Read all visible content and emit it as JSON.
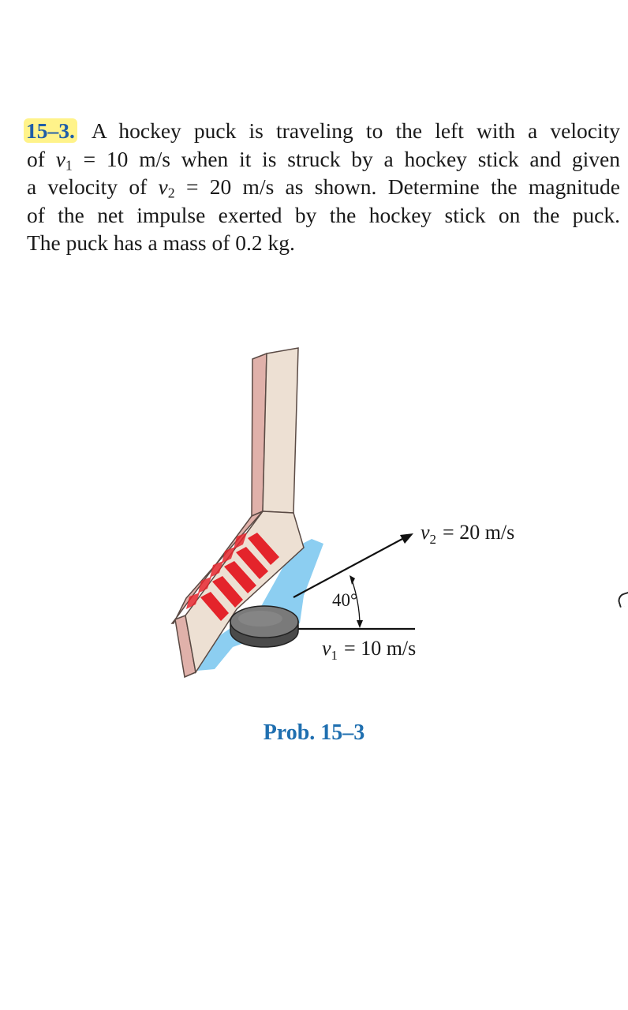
{
  "problem": {
    "number": "15–3.",
    "line1": "A hockey puck is traveling to the left with a velocity",
    "line2_pre": "of",
    "line2_var": "v",
    "line2_sub": "1",
    "line2_post": "= 10 m/s when it is struck by a hockey stick and given",
    "line3_pre": "a velocity of",
    "line3_var": "v",
    "line3_sub": "2",
    "line3_post": "= 20 m/s as shown. Determine the magnitude",
    "line4": "of the net impulse exerted by the hockey stick on the puck.",
    "line5": "The puck has a mass of 0.2 kg."
  },
  "figure": {
    "v2_var": "v",
    "v2_sub": "2",
    "v2_value": "= 20 m/s",
    "angle": "40°",
    "v1_var": "v",
    "v1_sub": "1",
    "v1_value": "= 10 m/s",
    "colors": {
      "stripe": "#e4242b",
      "ice": "#7fc9ef",
      "stick": "#ede0d3",
      "stick_edge": "#e0b1aa",
      "puck": "#707070"
    }
  },
  "caption": "Prob. 15–3"
}
